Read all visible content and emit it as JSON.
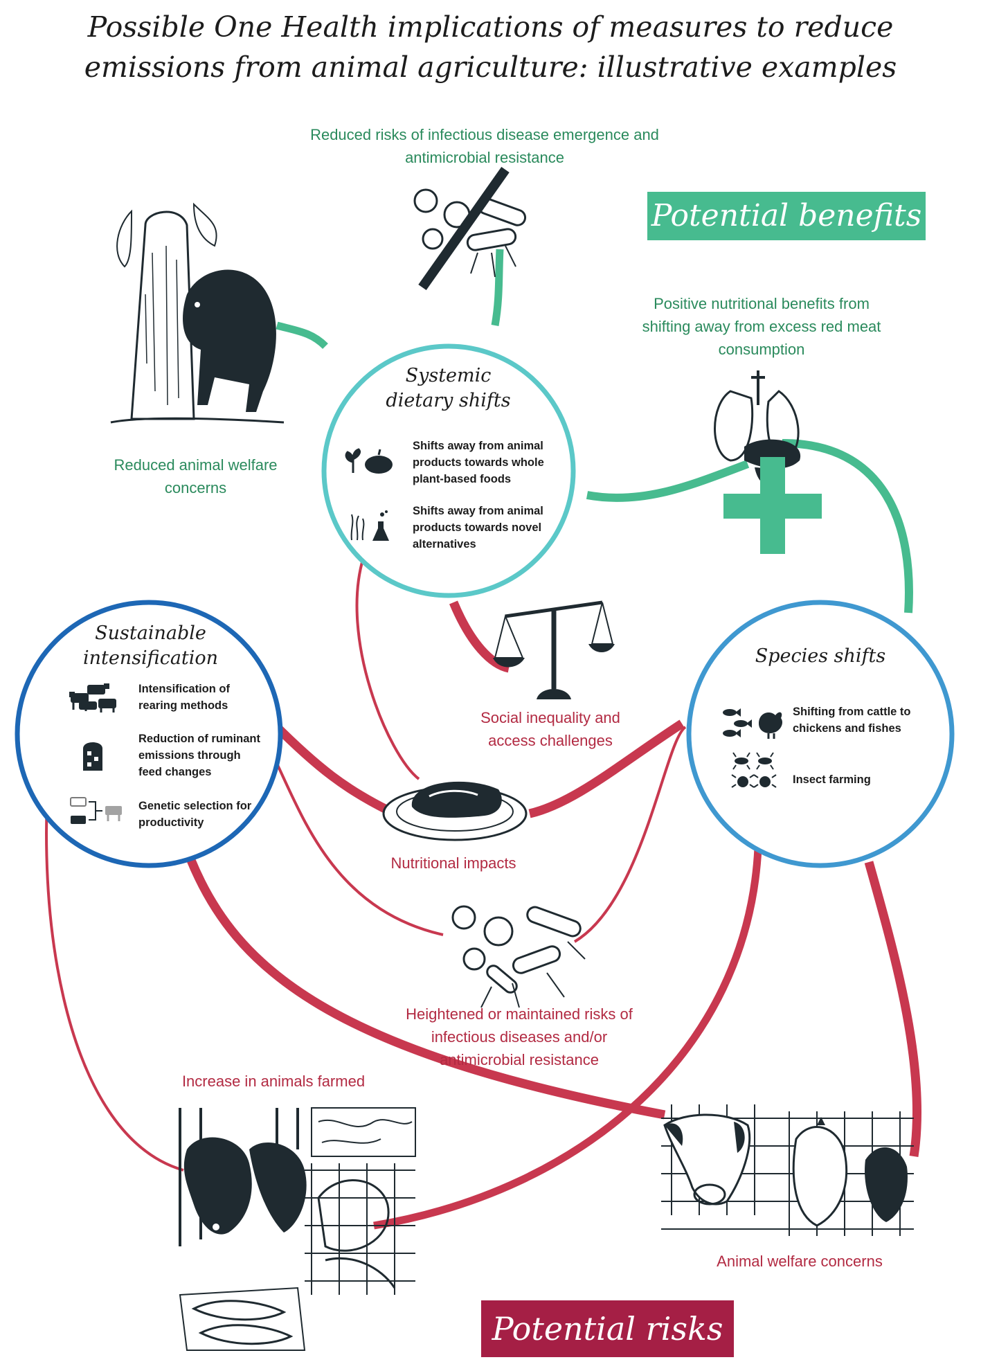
{
  "title": {
    "line1": "Possible One Health implications of measures to reduce",
    "line2": "emissions from animal agriculture: illustrative examples"
  },
  "banners": {
    "benefits": "Potential benefits",
    "risks": "Potential risks"
  },
  "circles": {
    "dietary": {
      "title_line1": "Systemic",
      "title_line2": "dietary shifts",
      "items": [
        {
          "line1": "Shifts away from animal",
          "line2": "products towards whole",
          "line3": "plant-based foods",
          "icon": "plant-pumpkin-icon"
        },
        {
          "line1": "Shifts away from animal",
          "line2": "products towards novel",
          "line3": "alternatives",
          "icon": "seaweed-flask-icon"
        }
      ]
    },
    "intensification": {
      "title_line1": "Sustainable",
      "title_line2": "intensification",
      "items": [
        {
          "line1": "Intensification of",
          "line2": "rearing methods",
          "icon": "cattle-herd-icon"
        },
        {
          "line1": "Reduction of ruminant",
          "line2": "emissions through",
          "line3": "feed changes",
          "icon": "silo-icon"
        },
        {
          "line1": "Genetic selection for",
          "line2": "productivity",
          "icon": "genetic-selection-icon"
        }
      ]
    },
    "species": {
      "title": "Species shifts",
      "items": [
        {
          "line1": "Shifting from cattle to",
          "line2": "chickens and fishes",
          "icon": "fish-chicken-icon"
        },
        {
          "line1": "Insect farming",
          "icon": "insects-icon"
        }
      ]
    }
  },
  "benefits": {
    "infectious": {
      "line1": "Reduced risks of infectious disease emergence and",
      "line2": "antimicrobial resistance"
    },
    "nutrition": {
      "line1": "Positive nutritional benefits from",
      "line2": "shifting away from excess red meat",
      "line3": "consumption"
    },
    "welfare": {
      "line1": "Reduced animal welfare",
      "line2": "concerns"
    }
  },
  "risks": {
    "inequality": {
      "line1": "Social inequality and",
      "line2": "access challenges"
    },
    "nutritional": "Nutritional impacts",
    "infectious": {
      "line1": "Heightened or maintained risks of",
      "line2": "infectious diseases and/or",
      "line3": "antimicrobial resistance"
    },
    "animals_farmed": "Increase in animals farmed",
    "welfare": "Animal welfare concerns"
  },
  "colors": {
    "benefit_green": "#47bb8f",
    "benefit_text": "#2a8a5c",
    "risk_red": "#c8384f",
    "risk_text": "#b22a42",
    "dietary_ring": "#5bc8c8",
    "intensification_ring": "#1d67b5",
    "species_ring": "#3f98d0",
    "ink": "#1f2a30"
  }
}
